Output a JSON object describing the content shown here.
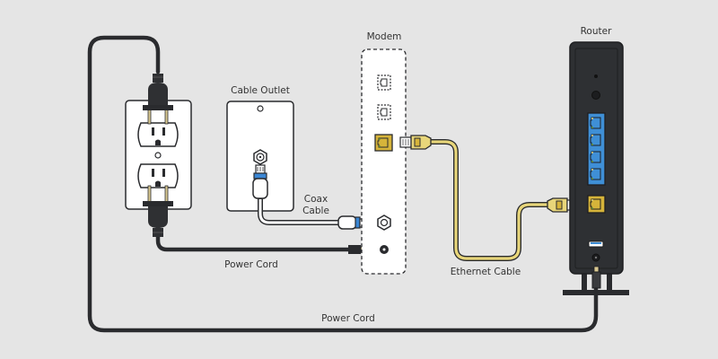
{
  "diagram": {
    "title": "Modem and router wiring",
    "colors": {
      "background": "#e5e5e5",
      "cord": "#2a2b2e",
      "ethernet": "#e8d67a",
      "ethernet_port": "#d6b43a",
      "lan_ports": "#3f8fd6",
      "coax_accent": "#3a86d4",
      "router_body": "#2e3033",
      "plate": "#ffffff"
    },
    "labels": {
      "cable_outlet": "Cable Outlet",
      "modem": "Modem",
      "router": "Router",
      "coax_line1": "Coax",
      "coax_line2": "Cable",
      "power_cord_modem": "Power Cord",
      "power_cord_router": "Power Cord",
      "ethernet_cable": "Ethernet Cable"
    },
    "devices": [
      {
        "id": "wall-outlet",
        "name": "Power Outlet",
        "receptacles": 2
      },
      {
        "id": "cable-outlet",
        "name": "Cable Outlet",
        "connectors": [
          "coax"
        ]
      },
      {
        "id": "modem",
        "name": "Modem",
        "ports": [
          "ethernet (unused)",
          "ethernet (unused)",
          "ethernet",
          "coax",
          "power"
        ]
      },
      {
        "id": "router",
        "name": "Router",
        "ports": [
          "reset",
          "button",
          "LAN x4",
          "WAN",
          "USB",
          "power"
        ]
      }
    ],
    "connections": [
      {
        "from": "cable-outlet",
        "to": "modem",
        "cable": "Coax Cable"
      },
      {
        "from": "modem",
        "to": "router",
        "cable": "Ethernet Cable"
      },
      {
        "from": "wall-outlet",
        "to": "modem",
        "cable": "Power Cord"
      },
      {
        "from": "wall-outlet",
        "to": "router",
        "cable": "Power Cord"
      }
    ]
  }
}
